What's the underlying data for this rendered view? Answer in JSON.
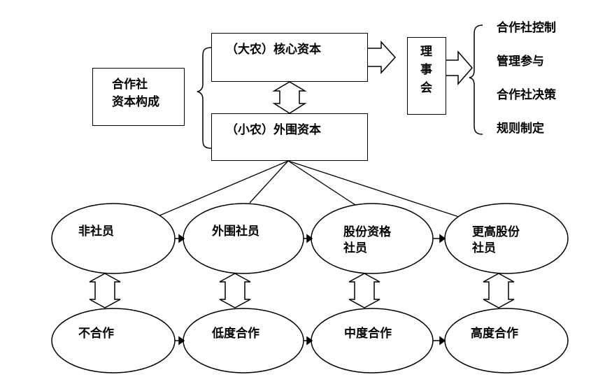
{
  "capital_structure": {
    "label_line1": "合作社",
    "label_line2": "资本构成",
    "core_capital": "（大农）核心资本",
    "peripheral_capital": "（小农）外围资本"
  },
  "board": {
    "char1": "理",
    "char2": "事",
    "char3": "会"
  },
  "board_powers": [
    "合作社控制",
    "管理参与",
    "合作社决策",
    "规则制定"
  ],
  "member_stages": [
    {
      "line1": "非社员",
      "line2": ""
    },
    {
      "line1": "外围社员",
      "line2": ""
    },
    {
      "line1": "股份资格",
      "line2": "社员"
    },
    {
      "line1": "更高股份",
      "line2": "社员"
    }
  ],
  "cooperation_levels": [
    "不合作",
    "低度合作",
    "中度合作",
    "高度合作"
  ],
  "colors": {
    "line": "#000000",
    "fill": "#ffffff"
  }
}
